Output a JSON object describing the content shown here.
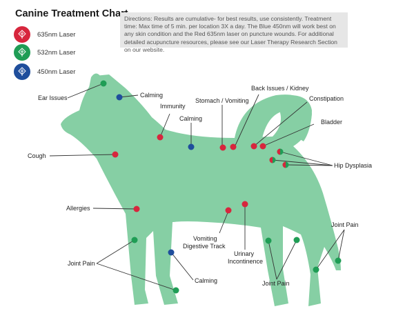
{
  "title": "Canine Treatment Chart",
  "legend": [
    {
      "label": "635nm Laser",
      "color": "#d7263d",
      "icon": "laser-icon"
    },
    {
      "label": "532nm Laser",
      "color": "#1f9d55",
      "icon": "laser-icon"
    },
    {
      "label": "450nm Laser",
      "color": "#1f4e9c",
      "icon": "laser-icon"
    }
  ],
  "directions": "Directions: Results are cumulative- for best results, use consistently.  Treatment time: Max time of 5 min. per location 3X a day.  The Blue 450nm will work best on any skin condition and the Red 635nm laser on puncture wounds.  For additional detailed acupuncture resources, please see our Laser Therapy Research Section on our website.",
  "colors": {
    "body": "#86cfa4",
    "red": "#d7263d",
    "green": "#1f9d55",
    "blue": "#1f4e9c",
    "line": "#333333"
  },
  "labels": {
    "ear_issues": "Ear Issues",
    "calming_head": "Calming",
    "immunity": "Immunity",
    "calming_back": "Calming",
    "stomach_vomiting": "Stomach / Vomiting",
    "back_issues_kidney": "Back Issues / Kidney",
    "constipation": "Constipation",
    "bladder": "Bladder",
    "hip_dysplasia": "Hip Dysplasia",
    "cough": "Cough",
    "allergies": "Allergies",
    "vomiting_digestive_1": "Vomiting",
    "vomiting_digestive_2": "Digestive Track",
    "urinary_1": "Urinary",
    "urinary_2": "Incontinence",
    "joint_pain_front": "Joint Pain",
    "calming_leg": "Calming",
    "joint_pain_hind_center": "Joint Pain",
    "joint_pain_hind_right": "Joint Pain"
  }
}
